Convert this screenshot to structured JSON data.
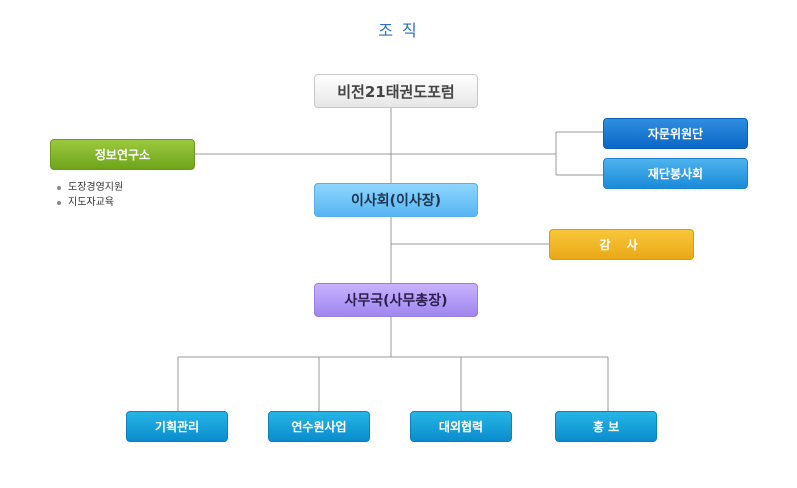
{
  "title": "조 직",
  "top_org": "비전21태권도포럼",
  "research_institute": {
    "name": "정보연구소",
    "items": [
      "도장경영지원",
      "지도자교육"
    ]
  },
  "advisory": [
    "자문위원단",
    "재단봉사회"
  ],
  "board": "이사회(이사장)",
  "audit": "감 사",
  "secretariat": "사무국(사무총장)",
  "departments": [
    "기획관리",
    "연수원사업",
    "대외협력",
    "홍 보"
  ],
  "colors": {
    "title": "#2a6fc0",
    "green": "#7fb42a",
    "blue_dark": "#1a78d4",
    "blue_light": "#35a2e6",
    "sky": "#70c6f8",
    "yellow": "#f2b828",
    "purple": "#b39cf8",
    "dept_blue": "#1aa0d8",
    "connector": "#999999"
  }
}
